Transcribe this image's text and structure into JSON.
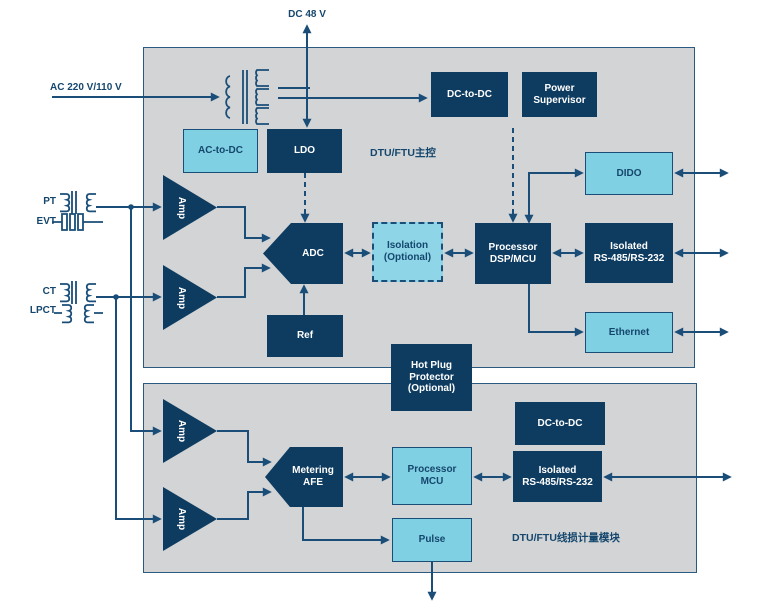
{
  "labels": {
    "dc_48v": "DC 48 V",
    "ac_input": "AC 220 V/110 V",
    "pt": "PT",
    "evt": "EVT",
    "ct": "CT",
    "lpct": "LPCT",
    "main_section": "DTU/FTU主控",
    "metering_section": "DTU/FTU线损计量模块"
  },
  "blocks": {
    "ac_to_dc": "AC-to-DC",
    "ldo": "LDO",
    "dc_to_dc_main": "DC-to-DC",
    "power_supervisor": "Power\nSupervisor",
    "dido": "DIDO",
    "amp": "Amp",
    "adc": "ADC",
    "isolation": "Isolation\n(Optional)",
    "processor_dsp_mcu": "Processor\nDSP/MCU",
    "isolated_rs485_main": "Isolated\nRS-485/RS-232",
    "ethernet": "Ethernet",
    "ref": "Ref",
    "hot_plug_protector": "Hot Plug\nProtector\n(Optional)",
    "metering_afe": "Metering\nAFE",
    "processor_mcu": "Processor\nMCU",
    "dc_to_dc_metering": "DC-to-DC",
    "isolated_rs485_metering": "Isolated\nRS-485/RS-232",
    "pulse": "Pulse"
  },
  "colors": {
    "dark_block": "#0e3c61",
    "light_block": "#7fd0e2",
    "panel_background": "#d3d4d5",
    "line": "#1a4e78",
    "text_on_dark": "#ffffff",
    "text_navy": "#15476e"
  }
}
